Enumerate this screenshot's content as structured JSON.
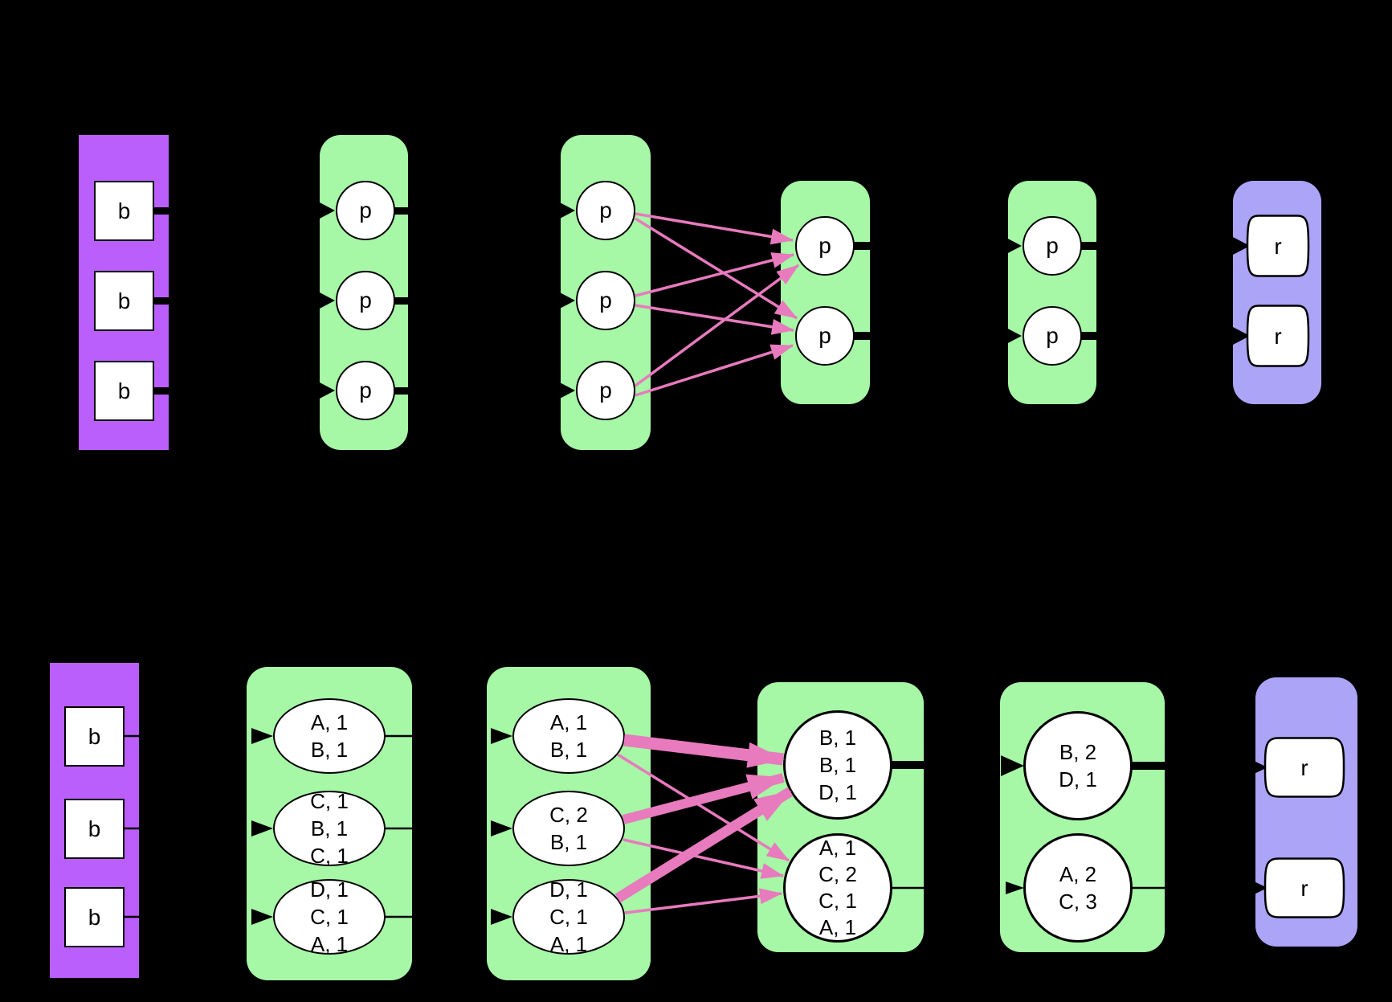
{
  "colors": {
    "background": "#000000",
    "purple": "#BB5FFC",
    "green": "#A6F7A6",
    "lavender": "#ABA4F7",
    "pink": "#E87ABE",
    "node-fill": "#FFFFFF",
    "line": "#000000"
  },
  "top": {
    "stage1": {
      "nodes": [
        {
          "label": "b"
        },
        {
          "label": "b"
        },
        {
          "label": "b"
        }
      ]
    },
    "stage2": {
      "nodes": [
        {
          "label": "p"
        },
        {
          "label": "p"
        },
        {
          "label": "p"
        }
      ]
    },
    "stage3": {
      "nodes": [
        {
          "label": "p"
        },
        {
          "label": "p"
        },
        {
          "label": "p"
        }
      ]
    },
    "stage4": {
      "nodes": [
        {
          "label": "p"
        },
        {
          "label": "p"
        }
      ]
    },
    "stage5": {
      "nodes": [
        {
          "label": "p"
        },
        {
          "label": "p"
        }
      ]
    },
    "stage6": {
      "nodes": [
        {
          "label": "r"
        },
        {
          "label": "r"
        }
      ]
    },
    "shuffle_edges": [
      {
        "from": "stage3.node1",
        "to": "stage4.node1",
        "weight": "thin"
      },
      {
        "from": "stage3.node1",
        "to": "stage4.node2",
        "weight": "thin"
      },
      {
        "from": "stage3.node2",
        "to": "stage4.node1",
        "weight": "thin"
      },
      {
        "from": "stage3.node2",
        "to": "stage4.node2",
        "weight": "thin"
      },
      {
        "from": "stage3.node3",
        "to": "stage4.node1",
        "weight": "thin"
      },
      {
        "from": "stage3.node3",
        "to": "stage4.node2",
        "weight": "thin"
      }
    ]
  },
  "bottom": {
    "stage1": {
      "nodes": [
        {
          "label": "b"
        },
        {
          "label": "b"
        },
        {
          "label": "b"
        }
      ]
    },
    "stage2": {
      "nodes": [
        {
          "lines": [
            "A, 1",
            "B, 1"
          ]
        },
        {
          "lines": [
            "C, 1",
            "B, 1",
            "C, 1"
          ]
        },
        {
          "lines": [
            "D, 1",
            "C, 1",
            "A, 1"
          ]
        }
      ]
    },
    "stage3": {
      "nodes": [
        {
          "lines": [
            "A, 1",
            "B, 1"
          ]
        },
        {
          "lines": [
            "C, 2",
            "B, 1"
          ]
        },
        {
          "lines": [
            "D, 1",
            "C, 1",
            "A, 1"
          ]
        }
      ]
    },
    "stage4": {
      "nodes": [
        {
          "lines": [
            "B, 1",
            "B, 1",
            "D, 1"
          ]
        },
        {
          "lines": [
            "A, 1",
            "C, 2",
            "C, 1",
            "A, 1"
          ]
        }
      ]
    },
    "stage5": {
      "nodes": [
        {
          "lines": [
            "B, 2",
            "D, 1"
          ]
        },
        {
          "lines": [
            "A, 2",
            "C, 3"
          ]
        }
      ]
    },
    "stage6": {
      "nodes": [
        {
          "label": "r"
        },
        {
          "label": "r"
        }
      ]
    },
    "shuffle_edges": [
      {
        "from": "stage3.node1",
        "to": "stage4.node1",
        "weight": "thick"
      },
      {
        "from": "stage3.node1",
        "to": "stage4.node2",
        "weight": "thin"
      },
      {
        "from": "stage3.node2",
        "to": "stage4.node1",
        "weight": "thick"
      },
      {
        "from": "stage3.node2",
        "to": "stage4.node2",
        "weight": "thin"
      },
      {
        "from": "stage3.node3",
        "to": "stage4.node1",
        "weight": "thick"
      },
      {
        "from": "stage3.node3",
        "to": "stage4.node2",
        "weight": "thin"
      }
    ]
  }
}
